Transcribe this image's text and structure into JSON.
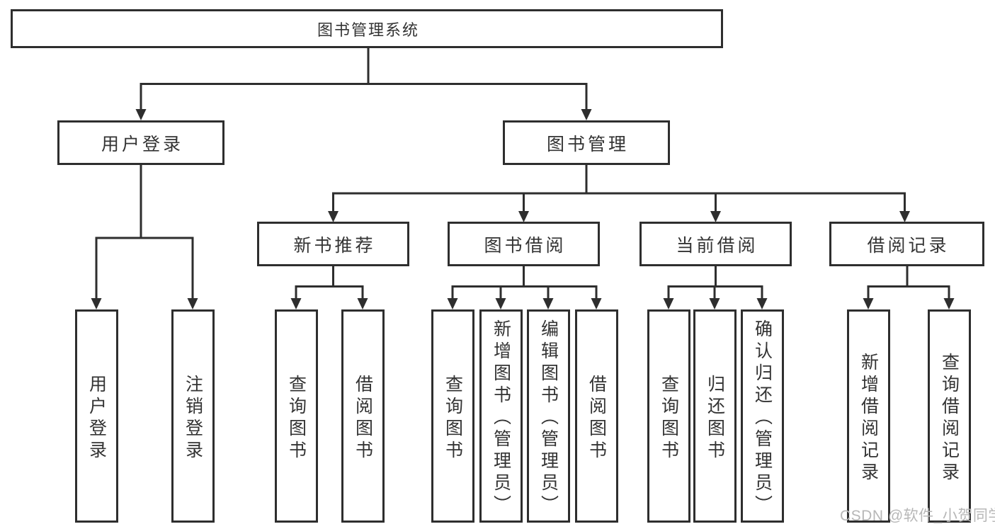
{
  "tree": {
    "root": {
      "label": "图书管理系统",
      "children": [
        {
          "label": "用户登录",
          "children": [
            {
              "label": "用户登录"
            },
            {
              "label": "注销登录"
            }
          ]
        },
        {
          "label": "图书管理",
          "children": [
            {
              "label": "新书推荐",
              "children": [
                {
                  "label": "查询图书"
                },
                {
                  "label": "借阅图书"
                }
              ]
            },
            {
              "label": "图书借阅",
              "children": [
                {
                  "label": "查询图书"
                },
                {
                  "label": "新增图书（管理员）"
                },
                {
                  "label": "编辑图书（管理员）"
                },
                {
                  "label": "借阅图书"
                }
              ]
            },
            {
              "label": "当前借阅",
              "children": [
                {
                  "label": "查询图书"
                },
                {
                  "label": "归还图书"
                },
                {
                  "label": "确认归还（管理员）"
                }
              ]
            },
            {
              "label": "借阅记录",
              "children": [
                {
                  "label": "新增借阅记录"
                },
                {
                  "label": "查询借阅记录"
                }
              ]
            }
          ]
        }
      ]
    }
  },
  "watermark": {
    "text": "CSDN @软件_小贺同学"
  },
  "colors": {
    "line": "#2e2e2e",
    "text": "#333333",
    "background": "#ffffff",
    "watermark": "#b7b7b7"
  }
}
